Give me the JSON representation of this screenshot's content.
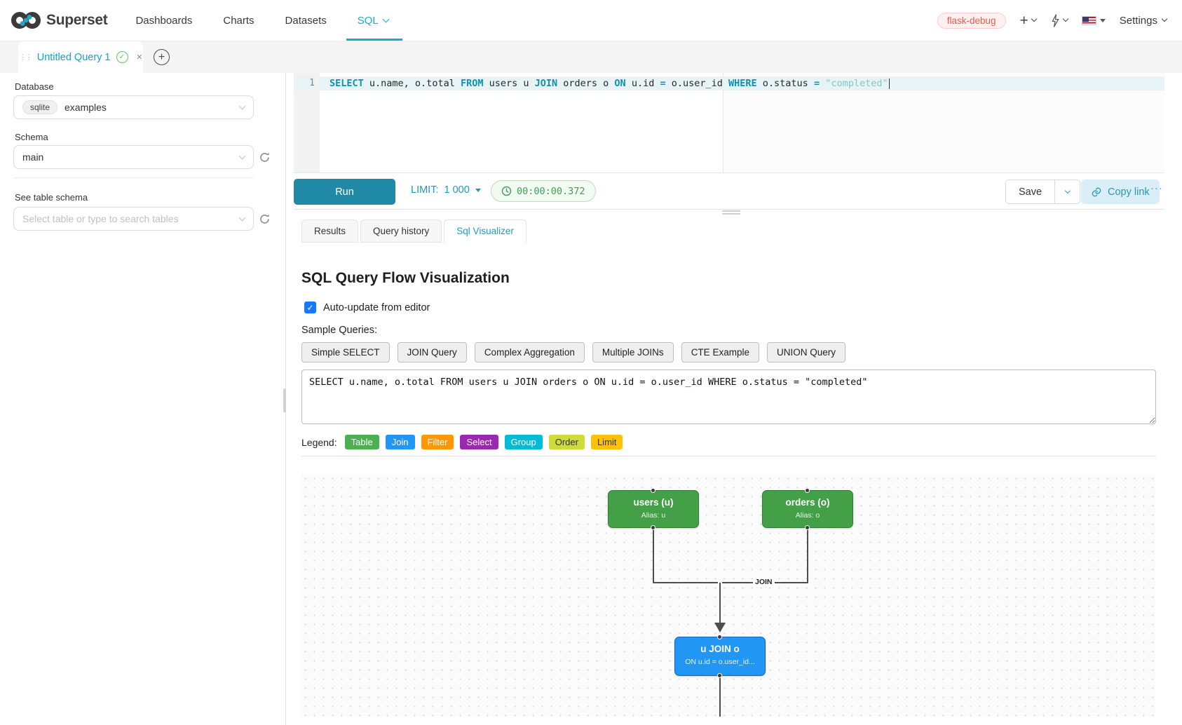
{
  "theme": {
    "accent": "#20a7c9",
    "run_button": "#2089a6",
    "badge_red": "#f0564e",
    "timer_green": "#3f9e53"
  },
  "navbar": {
    "brand": "Superset",
    "items": [
      "Dashboards",
      "Charts",
      "Datasets",
      "SQL"
    ],
    "active_item": "SQL",
    "env_badge": "flask-debug",
    "settings_label": "Settings"
  },
  "query_tabs": {
    "active_tab_title": "Untitled Query 1"
  },
  "sidebar": {
    "database_label": "Database",
    "database_engine": "sqlite",
    "database_value": "examples",
    "schema_label": "Schema",
    "schema_value": "main",
    "table_schema_label": "See table schema",
    "table_placeholder": "Select table or type to search tables"
  },
  "editor": {
    "line_number": "1",
    "tokens": [
      {
        "text": "SELECT",
        "style": "keyword"
      },
      {
        "text": " u.name, o.total ",
        "style": "plain"
      },
      {
        "text": "FROM",
        "style": "keyword"
      },
      {
        "text": " users u ",
        "style": "plain"
      },
      {
        "text": "JOIN",
        "style": "keyword"
      },
      {
        "text": " orders o ",
        "style": "plain"
      },
      {
        "text": "ON",
        "style": "keyword"
      },
      {
        "text": " u.id ",
        "style": "plain"
      },
      {
        "text": "=",
        "style": "keyword"
      },
      {
        "text": " o.user_id ",
        "style": "plain"
      },
      {
        "text": "WHERE",
        "style": "keyword"
      },
      {
        "text": " o.status ",
        "style": "plain"
      },
      {
        "text": "=",
        "style": "keyword"
      },
      {
        "text": " ",
        "style": "plain"
      },
      {
        "text": "\"completed\"",
        "style": "string"
      }
    ]
  },
  "toolbar": {
    "run_label": "Run",
    "limit_label": "LIMIT:",
    "limit_value": "1 000",
    "elapsed_time": "00:00:00.372",
    "save_label": "Save",
    "copy_link_label": "Copy link",
    "more_label": "···"
  },
  "result_tabs": {
    "tabs": [
      "Results",
      "Query history",
      "Sql Visualizer"
    ],
    "active": "Sql Visualizer"
  },
  "visualizer": {
    "title": "SQL Query Flow Visualization",
    "auto_update_label": "Auto-update from editor",
    "sample_queries_label": "Sample Queries:",
    "sample_buttons": [
      "Simple SELECT",
      "JOIN Query",
      "Complex Aggregation",
      "Multiple JOINs",
      "CTE Example",
      "UNION Query"
    ],
    "query_text": "SELECT u.name, o.total FROM users u JOIN orders o ON u.id = o.user_id WHERE o.status = \"completed\"",
    "legend_label": "Legend:",
    "legend_items": [
      {
        "label": "Table",
        "color": "#4caf50",
        "text_color": "#ffffff"
      },
      {
        "label": "Join",
        "color": "#2196f3",
        "text_color": "#ffffff"
      },
      {
        "label": "Filter",
        "color": "#ff9800",
        "text_color": "#ffffff"
      },
      {
        "label": "Select",
        "color": "#9c27b0",
        "text_color": "#ffffff"
      },
      {
        "label": "Group",
        "color": "#00bcd4",
        "text_color": "#ffffff"
      },
      {
        "label": "Order",
        "color": "#cddc39",
        "text_color": "#333333"
      },
      {
        "label": "Limit",
        "color": "#ffc107",
        "text_color": "#333333"
      }
    ],
    "flow": {
      "nodes": [
        {
          "title": "users (u)",
          "subtitle": "Alias: u",
          "color": "#43a047"
        },
        {
          "title": "orders (o)",
          "subtitle": "Alias: o",
          "color": "#43a047"
        },
        {
          "title": "u JOIN o",
          "subtitle": "ON u.id = o.user_id...",
          "color": "#2196f3"
        }
      ],
      "edge_label": "JOIN"
    }
  }
}
